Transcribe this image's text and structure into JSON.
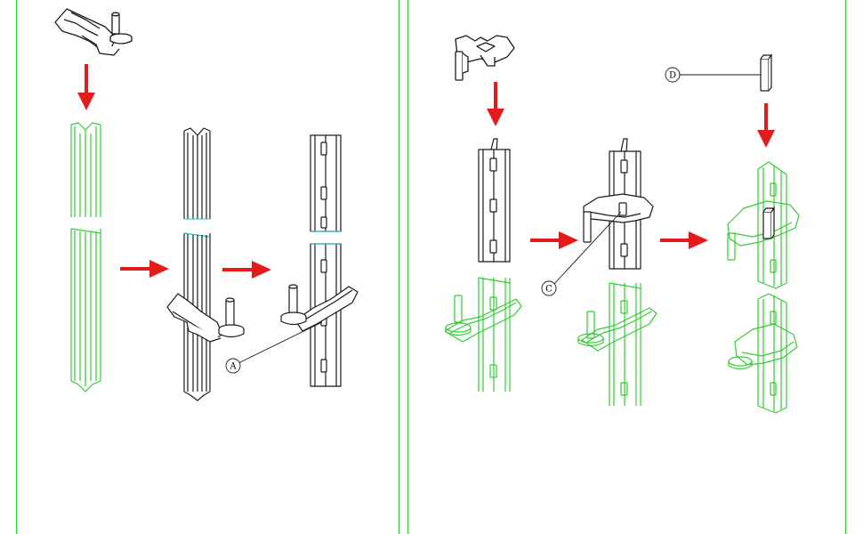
{
  "diagram": {
    "colors": {
      "outline": "#1a1a1a",
      "green": "#33cc33",
      "arrow": "#e31b1b",
      "panel_border": "#33cc33",
      "cyan_cut": "#19c4cc"
    },
    "callouts": [
      {
        "id": "A",
        "label": "A"
      },
      {
        "id": "C",
        "label": "C"
      },
      {
        "id": "D",
        "label": "D"
      }
    ]
  }
}
